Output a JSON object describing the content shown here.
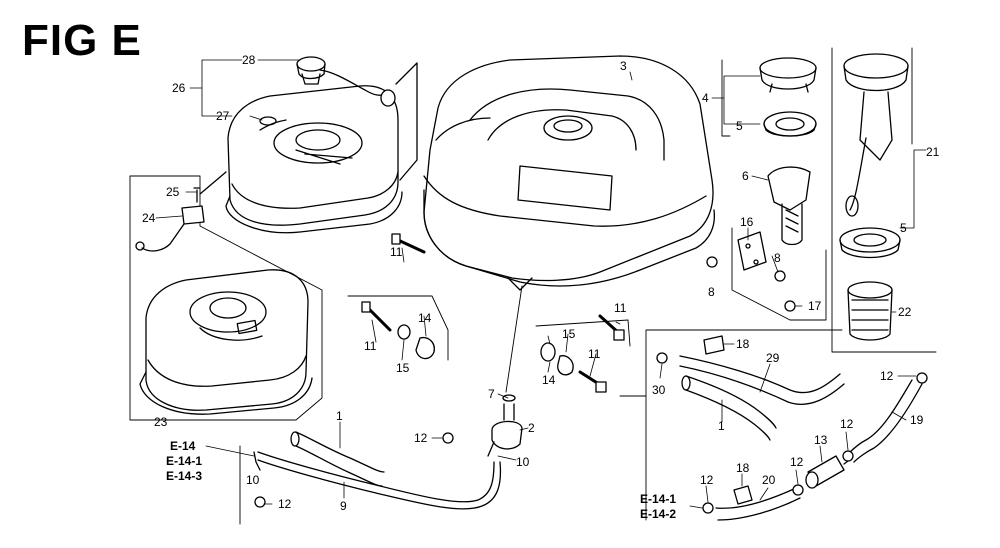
{
  "figure": {
    "title": "FIG E"
  },
  "diagram": {
    "callouts": {
      "c26": "26",
      "c28": "28",
      "c27": "27",
      "c25": "25",
      "c24": "24",
      "c23": "23",
      "c3": "3",
      "c4": "4",
      "c5a": "5",
      "c6": "6",
      "c16": "16",
      "c8a": "8",
      "c8b": "8",
      "c17": "17",
      "c21": "21",
      "c5b": "5",
      "c22": "22",
      "c11a": "11",
      "c11b": "11",
      "c11c": "11",
      "c11d": "11",
      "c14a": "14",
      "c14b": "14",
      "c15a": "15",
      "c15b": "15",
      "c7": "7",
      "c2": "2",
      "c12a": "12",
      "c10a": "10",
      "c10b": "10",
      "c1a": "1",
      "c9": "9",
      "c12b": "12",
      "c18a": "18",
      "c29": "29",
      "c30": "30",
      "c1b": "1",
      "c12c": "12",
      "c19": "19",
      "c13": "13",
      "c12d": "12",
      "c18b": "18",
      "c20": "20",
      "c12e": "12",
      "c12f": "12"
    },
    "references": {
      "left_a": "E-14",
      "left_b": "E-14-1",
      "left_c": "E-14-3",
      "right_a": "E-14-1",
      "right_b": "E-14-2"
    }
  }
}
